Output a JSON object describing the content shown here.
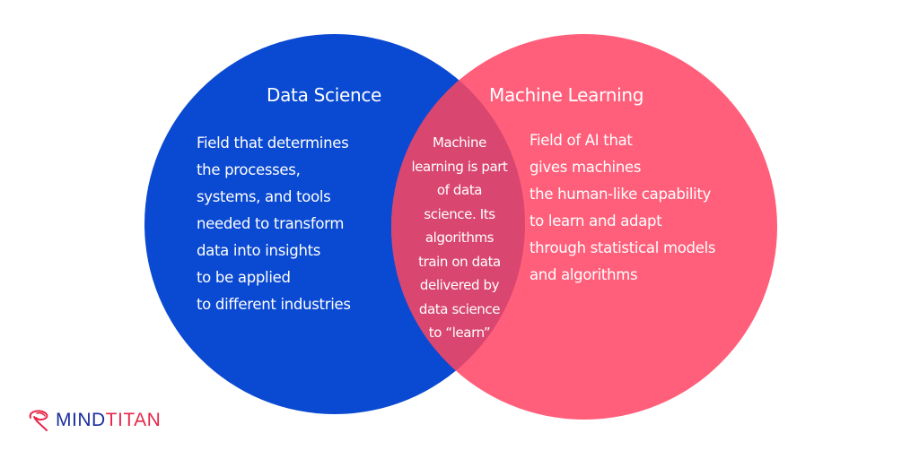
{
  "colors": {
    "background": "#ffffff",
    "data_science_circle": "#0a49d1",
    "machine_learning_circle": "#ff5f7a",
    "overlap": "#d9466f",
    "text": "#ffffff",
    "logo_mind": "#1a2f9e",
    "logo_titan": "#e8274b"
  },
  "venn": {
    "left_circle": {
      "title": "Data Science",
      "description": "Field that determines\nthe processes,\nsystems, and tools\nneeded to transform\ndata into insights\nto be applied\nto different industries"
    },
    "right_circle": {
      "title": "Machine Learning",
      "description": "Field of AI that\ngives machines\nthe human-like capability\nto learn and adapt\nthrough statistical models\nand algorithms"
    },
    "overlap": {
      "description": "Machine\nlearning is part\nof data\nscience. Its\nalgorithms\ntrain on data\ndelivered by\ndata science\nto “learn”"
    }
  },
  "logo": {
    "icon": "speech-bubble-brain-icon",
    "text_part1": "MIND",
    "text_part2": "TITAN"
  }
}
